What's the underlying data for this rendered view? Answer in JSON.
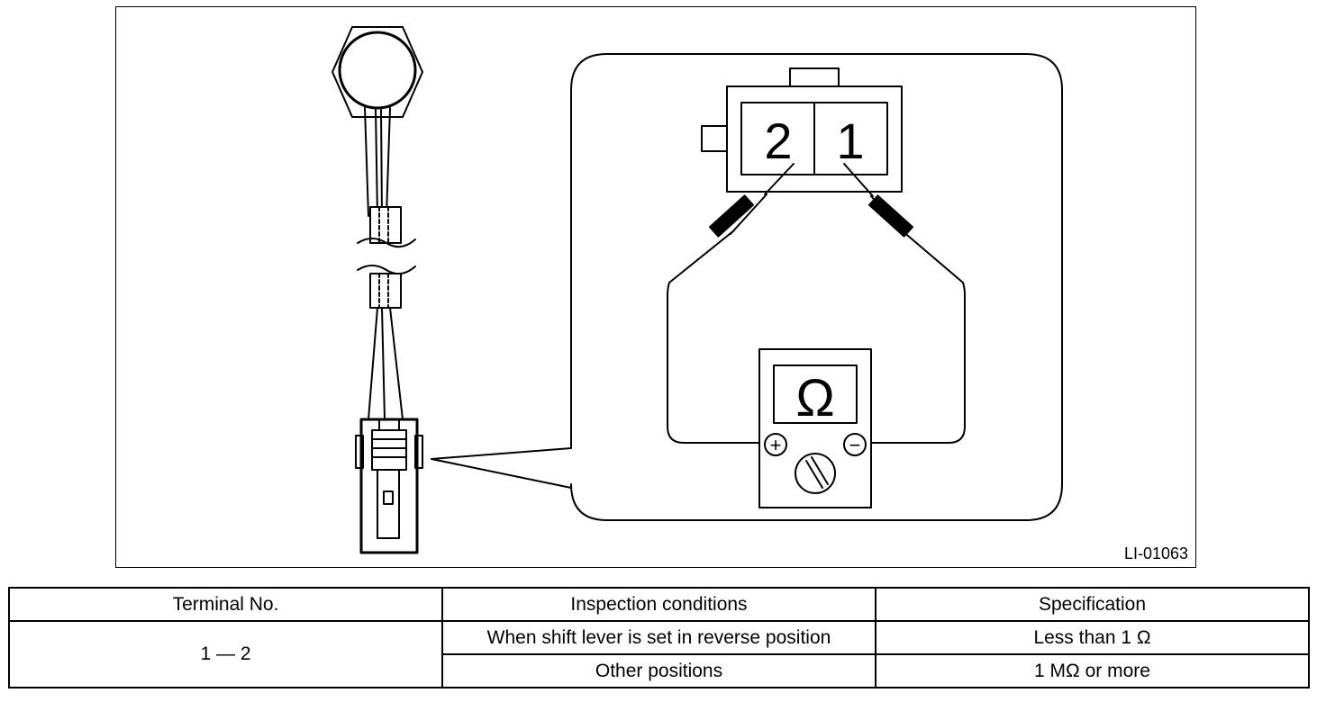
{
  "figure": {
    "code": "LI-01063",
    "connector_terminals": [
      "2",
      "1"
    ],
    "meter_symbol": "Ω",
    "probe_signs": [
      "+",
      "−"
    ]
  },
  "table": {
    "headers": [
      "Terminal No.",
      "Inspection conditions",
      "Specification"
    ],
    "terminal": "1 — 2",
    "rows": [
      {
        "condition": "When shift lever is set in reverse position",
        "spec": "Less than 1 Ω"
      },
      {
        "condition": "Other positions",
        "spec": "1 MΩ or more"
      }
    ]
  }
}
